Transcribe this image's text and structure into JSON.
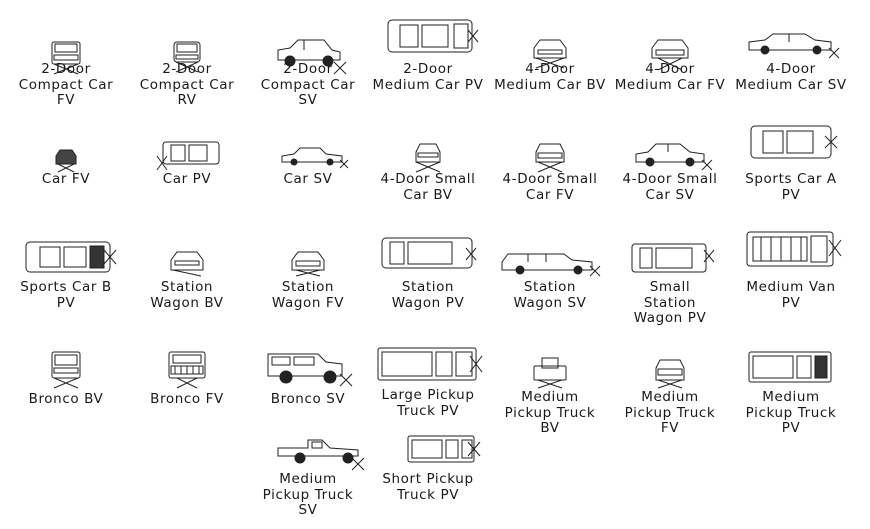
{
  "blocks": [
    {
      "id": "two-door-compact-car-fv",
      "view": "fv",
      "lines": [
        "2-Door",
        "Compact Car",
        "FV"
      ]
    },
    {
      "id": "two-door-compact-car-rv",
      "view": "rv",
      "lines": [
        "2-Door",
        "Compact Car",
        "RV"
      ]
    },
    {
      "id": "two-door-compact-car-sv",
      "view": "sv",
      "lines": [
        "2-Door",
        "Compact Car",
        "SV"
      ]
    },
    {
      "id": "two-door-medium-car-pv",
      "view": "pv",
      "lines": [
        "2-Door",
        "Medium Car PV"
      ]
    },
    {
      "id": "four-door-medium-car-bv",
      "view": "bv",
      "lines": [
        "4-Door",
        "Medium Car BV"
      ]
    },
    {
      "id": "four-door-medium-car-fv",
      "view": "fv",
      "lines": [
        "4-Door",
        "Medium Car FV"
      ]
    },
    {
      "id": "four-door-medium-car-sv",
      "view": "sv",
      "lines": [
        "4-Door",
        "Medium Car SV"
      ]
    },
    {
      "id": "car-fv",
      "view": "fv",
      "lines": [
        "Car FV"
      ]
    },
    {
      "id": "car-pv",
      "view": "pv",
      "lines": [
        "Car PV"
      ]
    },
    {
      "id": "car-sv",
      "view": "sv",
      "lines": [
        "Car SV"
      ]
    },
    {
      "id": "four-door-small-car-bv",
      "view": "bv",
      "lines": [
        "4-Door Small",
        "Car BV"
      ]
    },
    {
      "id": "four-door-small-car-fv",
      "view": "fv",
      "lines": [
        "4-Door Small",
        "Car FV"
      ]
    },
    {
      "id": "four-door-small-car-sv",
      "view": "sv",
      "lines": [
        "4-Door Small",
        "Car SV"
      ]
    },
    {
      "id": "sports-car-a-pv",
      "view": "pv",
      "lines": [
        "Sports Car A",
        "PV"
      ]
    },
    {
      "id": "sports-car-b-pv",
      "view": "pv",
      "lines": [
        "Sports Car B",
        "PV"
      ]
    },
    {
      "id": "station-wagon-bv",
      "view": "bv",
      "lines": [
        "Station",
        "Wagon BV"
      ]
    },
    {
      "id": "station-wagon-fv",
      "view": "fv",
      "lines": [
        "Station",
        "Wagon FV"
      ]
    },
    {
      "id": "station-wagon-pv",
      "view": "pv",
      "lines": [
        "Station",
        "Wagon PV"
      ]
    },
    {
      "id": "station-wagon-sv",
      "view": "sv",
      "lines": [
        "Station",
        "Wagon SV"
      ]
    },
    {
      "id": "small-station-wagon-pv",
      "view": "pv",
      "lines": [
        "Small",
        "Station",
        "Wagon PV"
      ]
    },
    {
      "id": "medium-van-pv",
      "view": "pv",
      "lines": [
        "Medium Van",
        "PV"
      ]
    },
    {
      "id": "bronco-bv",
      "view": "bv",
      "lines": [
        "Bronco BV"
      ]
    },
    {
      "id": "bronco-fv",
      "view": "fv",
      "lines": [
        "Bronco FV"
      ]
    },
    {
      "id": "bronco-sv",
      "view": "sv",
      "lines": [
        "Bronco SV"
      ]
    },
    {
      "id": "large-pickup-truck-pv",
      "view": "pv",
      "lines": [
        "Large Pickup",
        "Truck PV"
      ]
    },
    {
      "id": "medium-pickup-truck-bv",
      "view": "bv",
      "lines": [
        "Medium",
        "Pickup Truck",
        "BV"
      ]
    },
    {
      "id": "medium-pickup-truck-fv",
      "view": "fv",
      "lines": [
        "Medium",
        "Pickup Truck",
        "FV"
      ]
    },
    {
      "id": "medium-pickup-truck-pv",
      "view": "pv",
      "lines": [
        "Medium",
        "Pickup Truck",
        "PV"
      ]
    },
    {
      "id": "medium-pickup-truck-sv",
      "view": "sv",
      "lines": [
        "Medium",
        "Pickup Truck",
        "SV"
      ]
    },
    {
      "id": "short-pickup-truck-pv",
      "view": "pv",
      "lines": [
        "Short Pickup",
        "Truck PV"
      ]
    }
  ]
}
